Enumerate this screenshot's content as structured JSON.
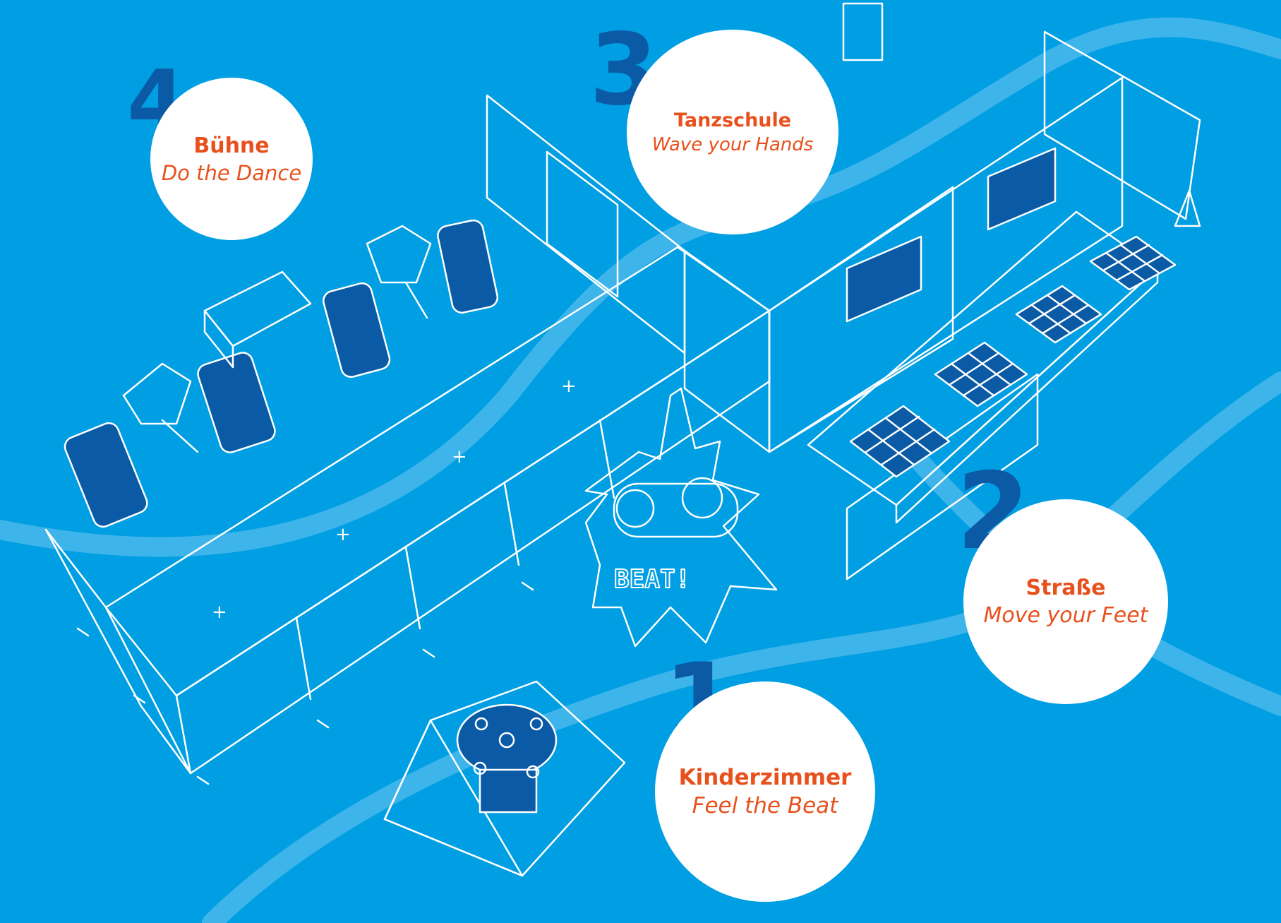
{
  "colors": {
    "background": "#009ee3",
    "path_ribbon": "#3db4ea",
    "lines": "#ffffff",
    "screen_fill": "#0a5aa6",
    "number_color": "#0a5aa6",
    "label_color": "#e8501c",
    "circle_fill": "#ffffff"
  },
  "stations": [
    {
      "number": "1",
      "title": "Kinderzimmer",
      "subtitle": "Feel the Beat"
    },
    {
      "number": "2",
      "title": "Straße",
      "subtitle": "Move your Feet"
    },
    {
      "number": "3",
      "title": "Tanzschule",
      "subtitle": "Wave your Hands"
    },
    {
      "number": "4",
      "title": "Bühne",
      "subtitle": "Do the Dance"
    }
  ],
  "floor_graphic_text": "BEAT!"
}
